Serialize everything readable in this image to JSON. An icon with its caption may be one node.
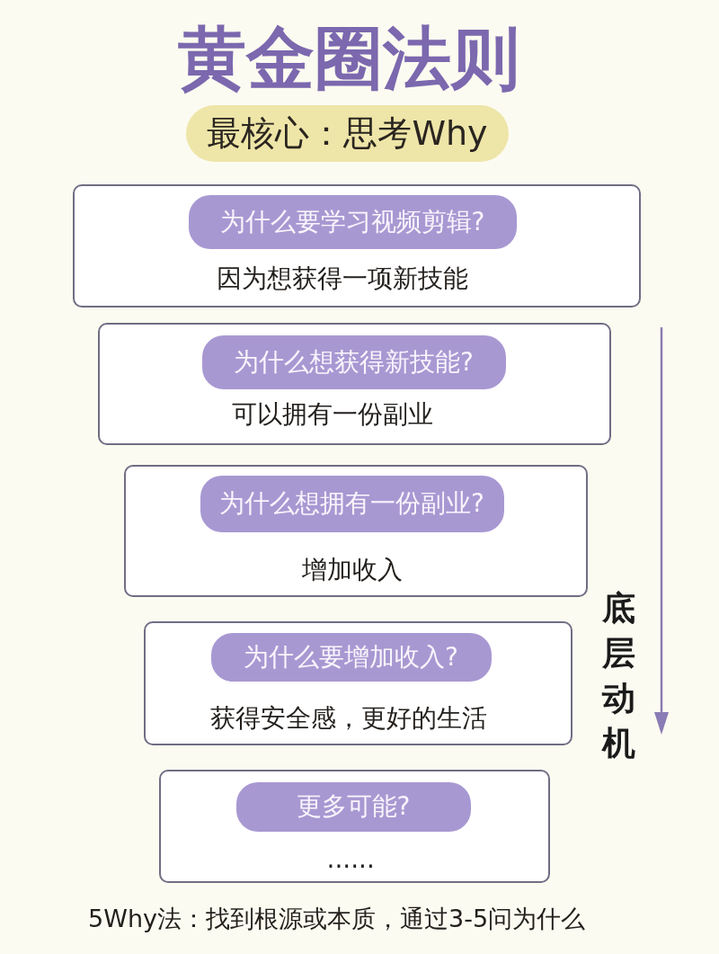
{
  "diagram": {
    "title": "黄金圈法则",
    "nodes": [
      {
        "text": [
          "最核心：思考Why"
        ]
      },
      {
        "text": [
          "因为想获得一项新技能"
        ]
      },
      {
        "text": [
          "为什么要学习视频剪辑?"
        ],
        "in": 1
      },
      {
        "text": [
          "可以拥有一份副业"
        ]
      },
      {
        "text": [
          "为什么想获得新技能?"
        ],
        "in": 3
      },
      {
        "text": [
          "增加收入"
        ]
      },
      {
        "text": [
          "为什么想拥有一份副业?"
        ],
        "in": 5
      },
      {
        "text": [
          "获得安全感，更好的生活"
        ]
      },
      {
        "text": [
          "为什么要增加收入?"
        ],
        "in": 7
      },
      {
        "text": [
          "......"
        ]
      },
      {
        "text": [
          "更多可能?"
        ],
        "in": 9
      }
    ],
    "labels": [
      "底层动机"
    ],
    "caption": "5Why法：找到根源或本质，通过3-5问为什么"
  }
}
